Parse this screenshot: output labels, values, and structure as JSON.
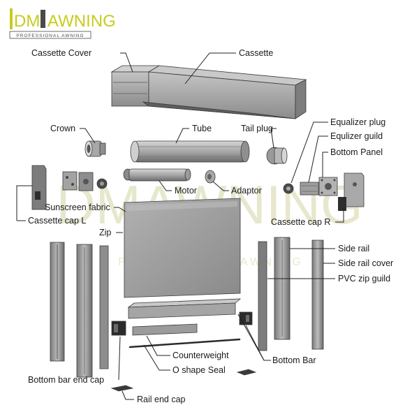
{
  "logo": {
    "brand_dm": "DM",
    "brand_awning": "AWNING",
    "tagline": "PROFESSIONAL AWNING",
    "accent_color": "#c6cc1f",
    "dark_color": "#4a4a4a"
  },
  "watermark": {
    "brand": "DMAWNING",
    "tagline": "P R O F E S S I O N A L   A W N I N G"
  },
  "labels": {
    "cassette_cover": "Cassette Cover",
    "cassette": "Cassette",
    "crown": "Crown",
    "tube": "Tube",
    "tail_plug": "Tail plug",
    "equalizer_plug": "Equalizer plug",
    "equlizer_guild": "Equlizer guild",
    "bottom_panel": "Bottom Panel",
    "motor": "Motor",
    "adaptor": "Adaptor",
    "sunscreen_fabric": "Sunscreen fabric",
    "cassette_cap_l": "Cassette cap L",
    "cassette_cap_r": "Cassette cap R",
    "zip": "Zip",
    "side_rail": "Side rail",
    "side_rail_cover": "Side rail cover",
    "pvc_zip_guild": "PVC zip guild",
    "counterweight": "Counterweight",
    "o_shape_seal": "O shape Seal",
    "bottom_bar": "Bottom Bar",
    "bottom_bar_end_cap": "Bottom bar end cap",
    "rail_end_cap": "Rail end cap"
  },
  "colors": {
    "metal_light": "#b9b9b9",
    "metal_mid": "#8e8e8e",
    "metal_dark": "#5f5f5f",
    "fabric": "#9a9a9a",
    "black_part": "#2a2a2a"
  }
}
